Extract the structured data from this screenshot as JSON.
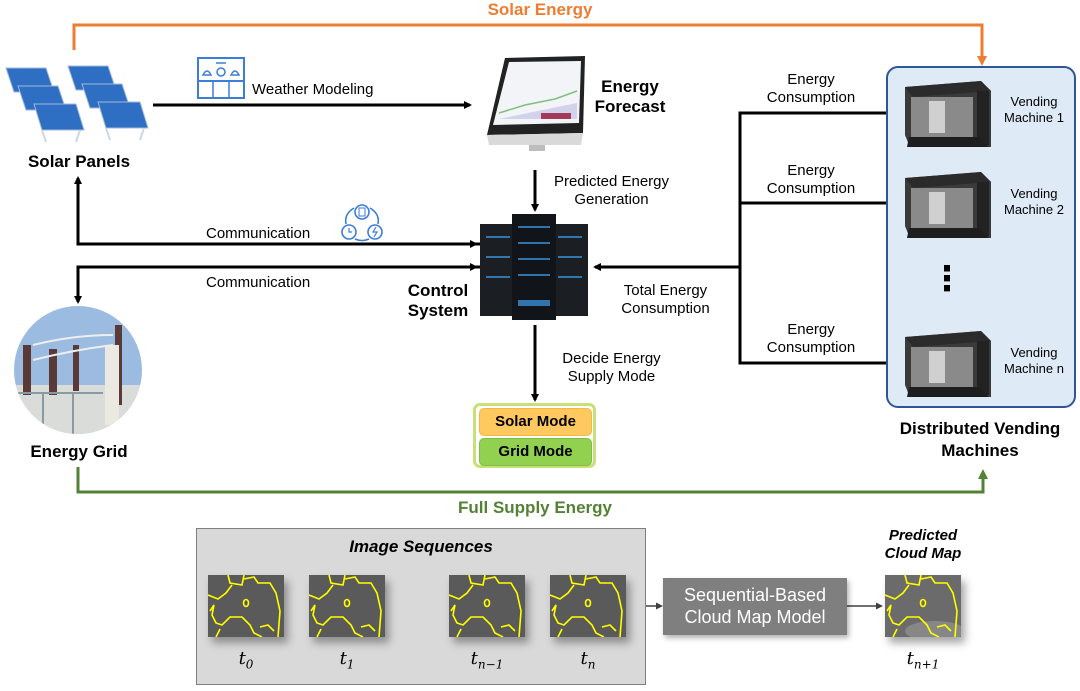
{
  "flows": {
    "solar_energy": "Solar Energy",
    "full_supply_energy": "Full Supply Energy"
  },
  "nodes": {
    "solar_panels": "Solar Panels",
    "energy_forecast": [
      "Energy",
      "Forecast"
    ],
    "control_system": [
      "Control",
      "System"
    ],
    "energy_grid": "Energy Grid",
    "distributed_vending": [
      "Distributed Vending",
      "Machines"
    ]
  },
  "edges": {
    "weather_modeling": "Weather Modeling",
    "predicted_generation": [
      "Predicted Energy",
      "Generation"
    ],
    "communication_solar": "Communication",
    "communication_grid": "Communication",
    "total_consumption": [
      "Total Energy",
      "Consumption"
    ],
    "decide_mode": [
      "Decide Energy",
      "Supply Mode"
    ],
    "energy_consumption": [
      "Energy",
      "Consumption"
    ]
  },
  "modes": {
    "solar": "Solar Mode",
    "grid": "Grid Mode"
  },
  "vending_machines": [
    {
      "line1": "Vending",
      "line2": "Machine 1"
    },
    {
      "line1": "Vending",
      "line2": "Machine 2"
    },
    {
      "line1": "Vending",
      "line2": "Machine n"
    }
  ],
  "ellipsis": "⋮",
  "sequence": {
    "title": "Image Sequences",
    "frames": [
      {
        "base": "t",
        "sub": "0"
      },
      {
        "base": "t",
        "sub": "1"
      },
      {
        "base": "t",
        "sub": "n−1"
      },
      {
        "base": "t",
        "sub": "n"
      }
    ],
    "model": [
      "Sequential-Based",
      "Cloud Map Model"
    ],
    "predicted_title": [
      "Predicted",
      "Cloud Map"
    ],
    "predicted_frame": {
      "base": "t",
      "sub": "n+1"
    }
  },
  "colors": {
    "solar_flow": "#ED7D31",
    "grid_flow": "#548235",
    "vending_border": "#2F5597",
    "vending_fill": "#DEEBF7",
    "solar_mode": "#FFC960",
    "grid_mode": "#92D050",
    "cloud_outline": "#FFFF00"
  }
}
